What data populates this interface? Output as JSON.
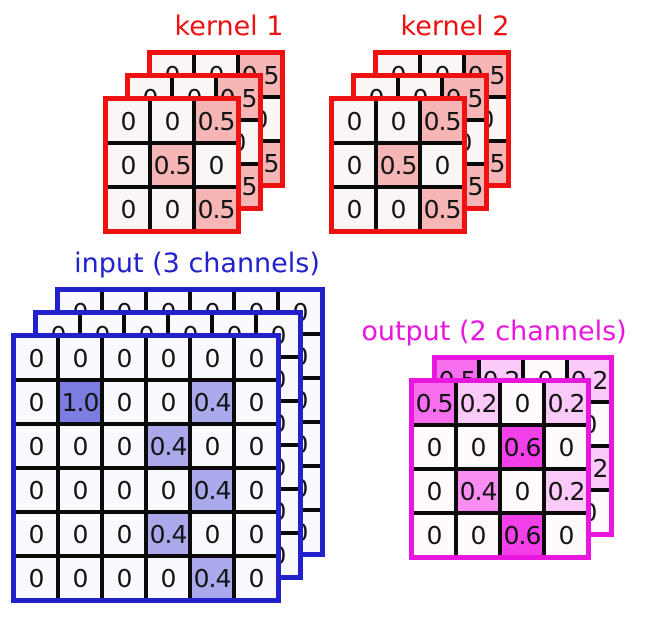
{
  "figure": {
    "background": "#ffffff",
    "separator_color": "#0a0a0a",
    "text_color": "#141414"
  },
  "blocks": {
    "kernel1": {
      "title": "kernel 1",
      "color": "#ee1111",
      "channels": 3,
      "rows": 3,
      "cols": 3,
      "layers": [
        [
          [
            "0",
            "0",
            "0.5"
          ],
          [
            "0",
            "0.5",
            "0"
          ],
          [
            "0",
            "0",
            "0.5"
          ]
        ],
        [
          [
            "0",
            "0",
            "0.5"
          ],
          [
            "0",
            "0.5",
            "0"
          ],
          [
            "0",
            "0",
            "0.5"
          ]
        ],
        [
          [
            "0",
            "0",
            "0.5"
          ],
          [
            "0",
            "0.5",
            "0"
          ],
          [
            "0",
            "0",
            "0.5"
          ]
        ]
      ],
      "cell_colors": {
        "0": "#fbf6f6",
        "0.5": "#f7b6b6"
      }
    },
    "kernel2": {
      "title": "kernel 2",
      "color": "#ee1111",
      "channels": 3,
      "rows": 3,
      "cols": 3,
      "layers": [
        [
          [
            "0",
            "0",
            "0.5"
          ],
          [
            "0",
            "0.5",
            "0"
          ],
          [
            "0",
            "0",
            "0.5"
          ]
        ],
        [
          [
            "0",
            "0",
            "0.5"
          ],
          [
            "0",
            "0.5",
            "0"
          ],
          [
            "0",
            "0",
            "0.5"
          ]
        ],
        [
          [
            "0",
            "0",
            "0.5"
          ],
          [
            "0",
            "0.5",
            "0"
          ],
          [
            "0",
            "0",
            "0.5"
          ]
        ]
      ],
      "cell_colors": {
        "0": "#fbf6f6",
        "0.5": "#f7b6b6"
      }
    },
    "input": {
      "title": "input (3 channels)",
      "color": "#2222cc",
      "channels": 3,
      "rows": 6,
      "cols": 6,
      "layers": [
        [
          [
            "0",
            "0",
            "0",
            "0",
            "0",
            "0"
          ],
          [
            "0",
            "1.0",
            "0",
            "0",
            "0.4",
            "0"
          ],
          [
            "0",
            "0",
            "0",
            "0.4",
            "0",
            "0"
          ],
          [
            "0",
            "0",
            "0",
            "0",
            "0.4",
            "0"
          ],
          [
            "0",
            "0",
            "0",
            "0.4",
            "0",
            "0"
          ],
          [
            "0",
            "0",
            "0",
            "0",
            "0.4",
            "0"
          ]
        ],
        [
          [
            "0",
            "0",
            "0",
            "0",
            "0",
            "0"
          ],
          [
            "0",
            "1.0",
            "0",
            "0",
            "0.4",
            "0"
          ],
          [
            "0",
            "0",
            "0",
            "0.4",
            "0",
            "0"
          ],
          [
            "0",
            "0",
            "0",
            "0",
            "0.4",
            "0"
          ],
          [
            "0",
            "0",
            "0",
            "0.4",
            "0",
            "0"
          ],
          [
            "0",
            "0",
            "0",
            "0",
            "0.4",
            "0"
          ]
        ],
        [
          [
            "0",
            "0",
            "0",
            "0",
            "0",
            "0"
          ],
          [
            "0",
            "1.0",
            "0",
            "0",
            "0.4",
            "0"
          ],
          [
            "0",
            "0",
            "0",
            "0.4",
            "0",
            "0"
          ],
          [
            "0",
            "0",
            "0",
            "0",
            "0.4",
            "0"
          ],
          [
            "0",
            "0",
            "0",
            "0.4",
            "0",
            "0"
          ],
          [
            "0",
            "0",
            "0",
            "0",
            "0.4",
            "0"
          ]
        ]
      ],
      "cell_colors": {
        "0": "#fafafe",
        "0.4": "#a9a9ec",
        "1.0": "#7d7de1"
      }
    },
    "output": {
      "title": "output (2 channels)",
      "color": "#e916dd",
      "channels": 2,
      "rows": 4,
      "cols": 4,
      "layers": [
        [
          [
            "0.5",
            "0.2",
            "0",
            "0.2"
          ],
          [
            "0",
            "0",
            "0.6",
            "0"
          ],
          [
            "0",
            "0.4",
            "0",
            "0.2"
          ],
          [
            "0",
            "0",
            "0.6",
            "0"
          ]
        ],
        [
          [
            "0.5",
            "0.2",
            "0",
            "0.2"
          ],
          [
            "0",
            "0",
            "0.6",
            "0"
          ],
          [
            "0",
            "0.4",
            "0",
            "0.2"
          ],
          [
            "0",
            "0",
            "0.6",
            "0"
          ]
        ]
      ],
      "cell_colors": {
        "0": "#fdf9fd",
        "0.2": "#fbcaf8",
        "0.4": "#f98df2",
        "0.5": "#f76eee",
        "0.6": "#f23fe8"
      }
    }
  }
}
